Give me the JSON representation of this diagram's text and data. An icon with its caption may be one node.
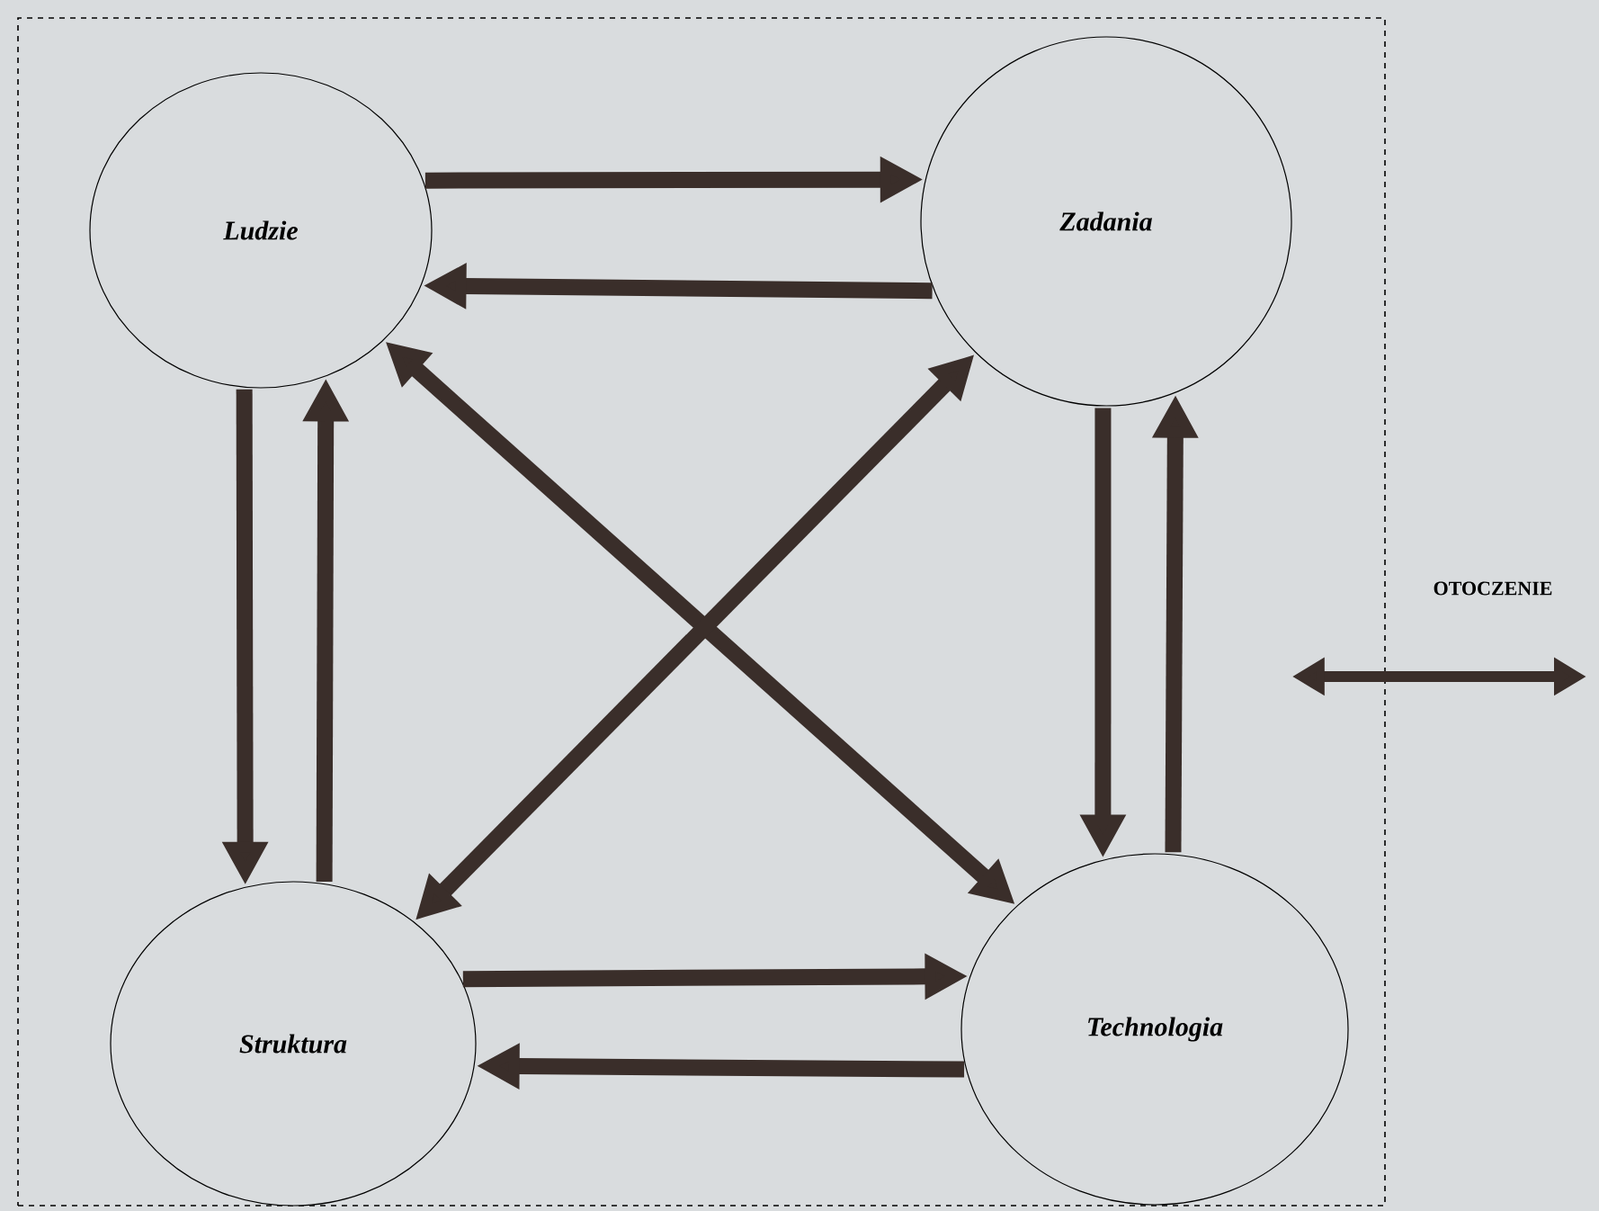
{
  "diagram": {
    "nodes": [
      {
        "text": [],
        "shape": "box"
      },
      {
        "text": [
          "Ludzie"
        ],
        "in": 0
      },
      {
        "text": [
          "Zadania"
        ],
        "in": 0
      },
      {
        "text": [
          "Struktura"
        ],
        "in": 0
      },
      {
        "text": [
          "Technologia"
        ],
        "in": 0
      }
    ],
    "edges": [
      {
        "from": 1,
        "to": 2,
        "arrow": "to"
      },
      {
        "from": 2,
        "to": 1,
        "arrow": "to"
      },
      {
        "from": 1,
        "to": 3,
        "arrow": "to"
      },
      {
        "from": 3,
        "to": 1,
        "arrow": "to"
      },
      {
        "from": 1,
        "to": 4,
        "arrow": "both"
      },
      {
        "from": 2,
        "to": 3,
        "arrow": "both"
      },
      {
        "from": 2,
        "to": 4,
        "arrow": "to"
      },
      {
        "from": 4,
        "to": 2,
        "arrow": "to"
      },
      {
        "from": 3,
        "to": 4,
        "arrow": "to"
      },
      {
        "from": 4,
        "to": 3,
        "arrow": "to"
      },
      {
        "from": 0,
        "to": null,
        "arrow": "both"
      }
    ],
    "labels": [
      "OTOCZENIE"
    ]
  }
}
